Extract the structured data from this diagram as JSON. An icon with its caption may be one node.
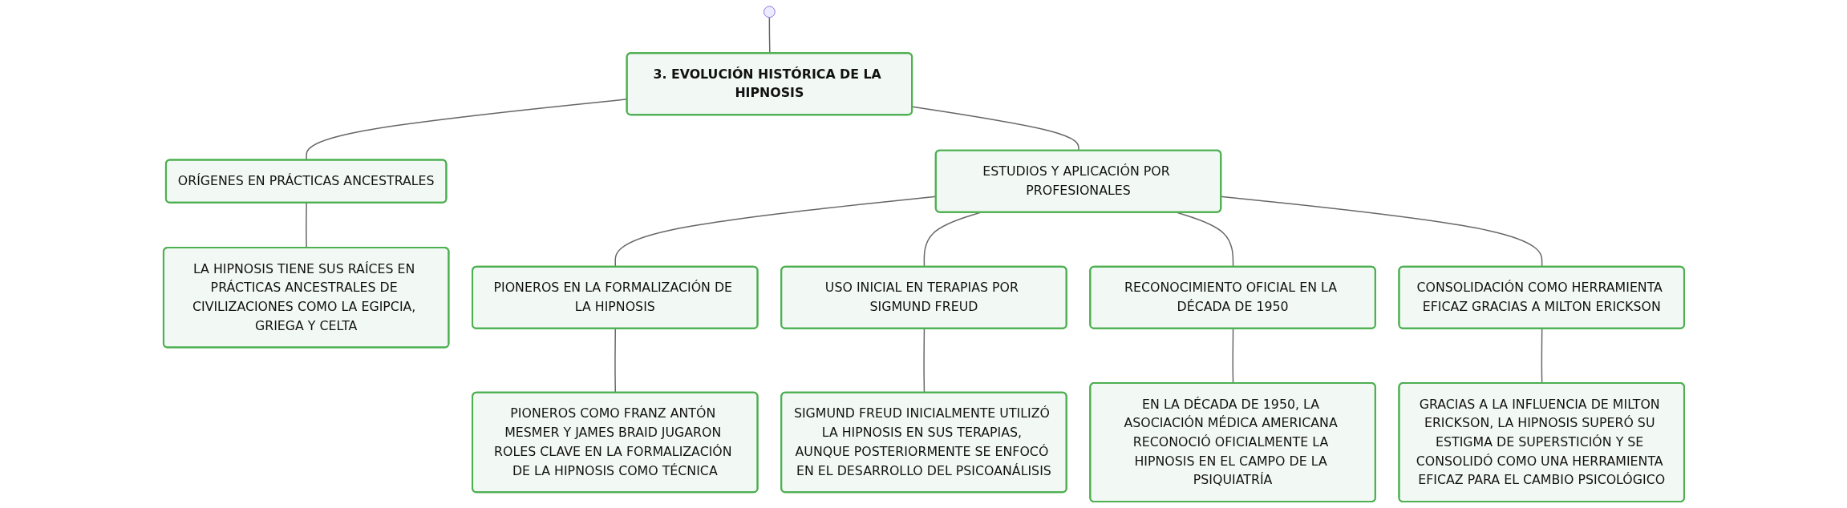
{
  "diagram": {
    "nodes": [
      {
        "text": [
          "3. EVOLUCIÓN HISTÓRICA DE LA HIPNOSIS"
        ]
      },
      {
        "text": [
          "ORÍGENES EN PRÁCTICAS ANCESTRALES"
        ]
      },
      {
        "text": [
          "LA HIPNOSIS TIENE SUS RAÍCES EN PRÁCTICAS ANCESTRALES DE CIVILIZACIONES COMO LA EGIPCIA, GRIEGA Y CELTA"
        ]
      },
      {
        "text": [
          "ESTUDIOS Y APLICACIÓN POR PROFESIONALES"
        ]
      },
      {
        "text": [
          "PIONEROS EN LA FORMALIZACIÓN DE LA HIPNOSIS"
        ]
      },
      {
        "text": [
          "PIONEROS COMO FRANZ ANTÓN MESMER Y JAMES BRAID JUGARON ROLES CLAVE EN LA FORMALIZACIÓN DE LA HIPNOSIS COMO TÉCNICA"
        ]
      },
      {
        "text": [
          "USO INICIAL EN TERAPIAS POR SIGMUND FREUD"
        ]
      },
      {
        "text": [
          "SIGMUND FREUD INICIALMENTE UTILIZÓ LA HIPNOSIS EN SUS TERAPIAS, AUNQUE POSTERIORMENTE SE ENFOCÓ EN EL DESARROLLO DEL PSICOANÁLISIS"
        ]
      },
      {
        "text": [
          "RECONOCIMIENTO OFICIAL EN LA DÉCADA DE 1950"
        ]
      },
      {
        "text": [
          "EN LA DÉCADA DE 1950, LA ASOCIACIÓN MÉDICA AMERICANA RECONOCIÓ OFICIALMENTE LA HIPNOSIS EN EL CAMPO DE LA PSIQUIATRÍA"
        ]
      },
      {
        "text": [
          "CONSOLIDACIÓN COMO HERRAMIENTA EFICAZ GRACIAS A MILTON ERICKSON"
        ]
      },
      {
        "text": [
          "GRACIAS A LA INFLUENCIA DE MILTON ERICKSON, LA HIPNOSIS SUPERÓ SU ESTIGMA DE SUPERSTICIÓN Y SE CONSOLIDÓ COMO UNA HERRAMIENTA EFICAZ PARA EL CAMBIO PSICOLÓGICO"
        ]
      }
    ],
    "edges": [
      {
        "from": null,
        "to": 0,
        "arrow": "none"
      },
      {
        "from": 0,
        "to": 1,
        "arrow": "none"
      },
      {
        "from": 1,
        "to": 2,
        "arrow": "none"
      },
      {
        "from": 0,
        "to": 3,
        "arrow": "none"
      },
      {
        "from": 3,
        "to": 4,
        "arrow": "none"
      },
      {
        "from": 4,
        "to": 5,
        "arrow": "none"
      },
      {
        "from": 3,
        "to": 6,
        "arrow": "none"
      },
      {
        "from": 6,
        "to": 7,
        "arrow": "none"
      },
      {
        "from": 3,
        "to": 8,
        "arrow": "none"
      },
      {
        "from": 8,
        "to": 9,
        "arrow": "none"
      },
      {
        "from": 3,
        "to": 10,
        "arrow": "none"
      },
      {
        "from": 10,
        "to": 11,
        "arrow": "none"
      }
    ]
  }
}
